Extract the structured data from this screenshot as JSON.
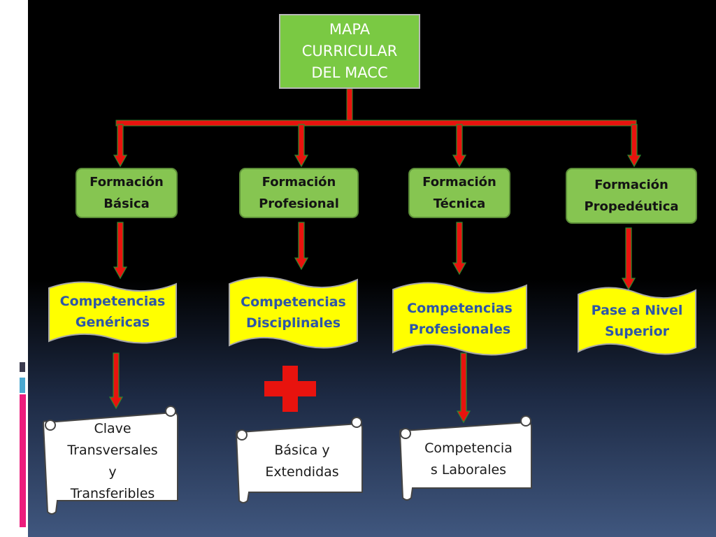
{
  "title": "MAPA\nCURRICULAR\nDEL MACC",
  "colors": {
    "arrow_fill": "#e8130e",
    "arrow_stroke": "#2e8a2e",
    "green_box": "#86c551",
    "banner_fill": "#ffff00",
    "banner_text": "#2d56a8",
    "scroll_fill": "#ffffff",
    "plus": "#e8130e"
  },
  "formations": [
    {
      "label": "Formación\nBásica"
    },
    {
      "label": "Formación\nProfesional"
    },
    {
      "label": "Formación\nTécnica"
    },
    {
      "label": "Formación\nPropedéutica"
    }
  ],
  "competencies": [
    {
      "label": "Competencias\nGenéricas"
    },
    {
      "label": "Competencias\nDisciplinales"
    },
    {
      "label": "Competencias\nProfesionales"
    },
    {
      "label": "Pase a Nivel\nSuperior"
    }
  ],
  "scrolls": [
    {
      "label": "Clave\nTransversales\ny\nTransferibles"
    },
    {
      "label": "Básica y\nExtendidas"
    },
    {
      "label": "Competencia\ns Laborales"
    }
  ],
  "plus_icon": "plus-icon"
}
